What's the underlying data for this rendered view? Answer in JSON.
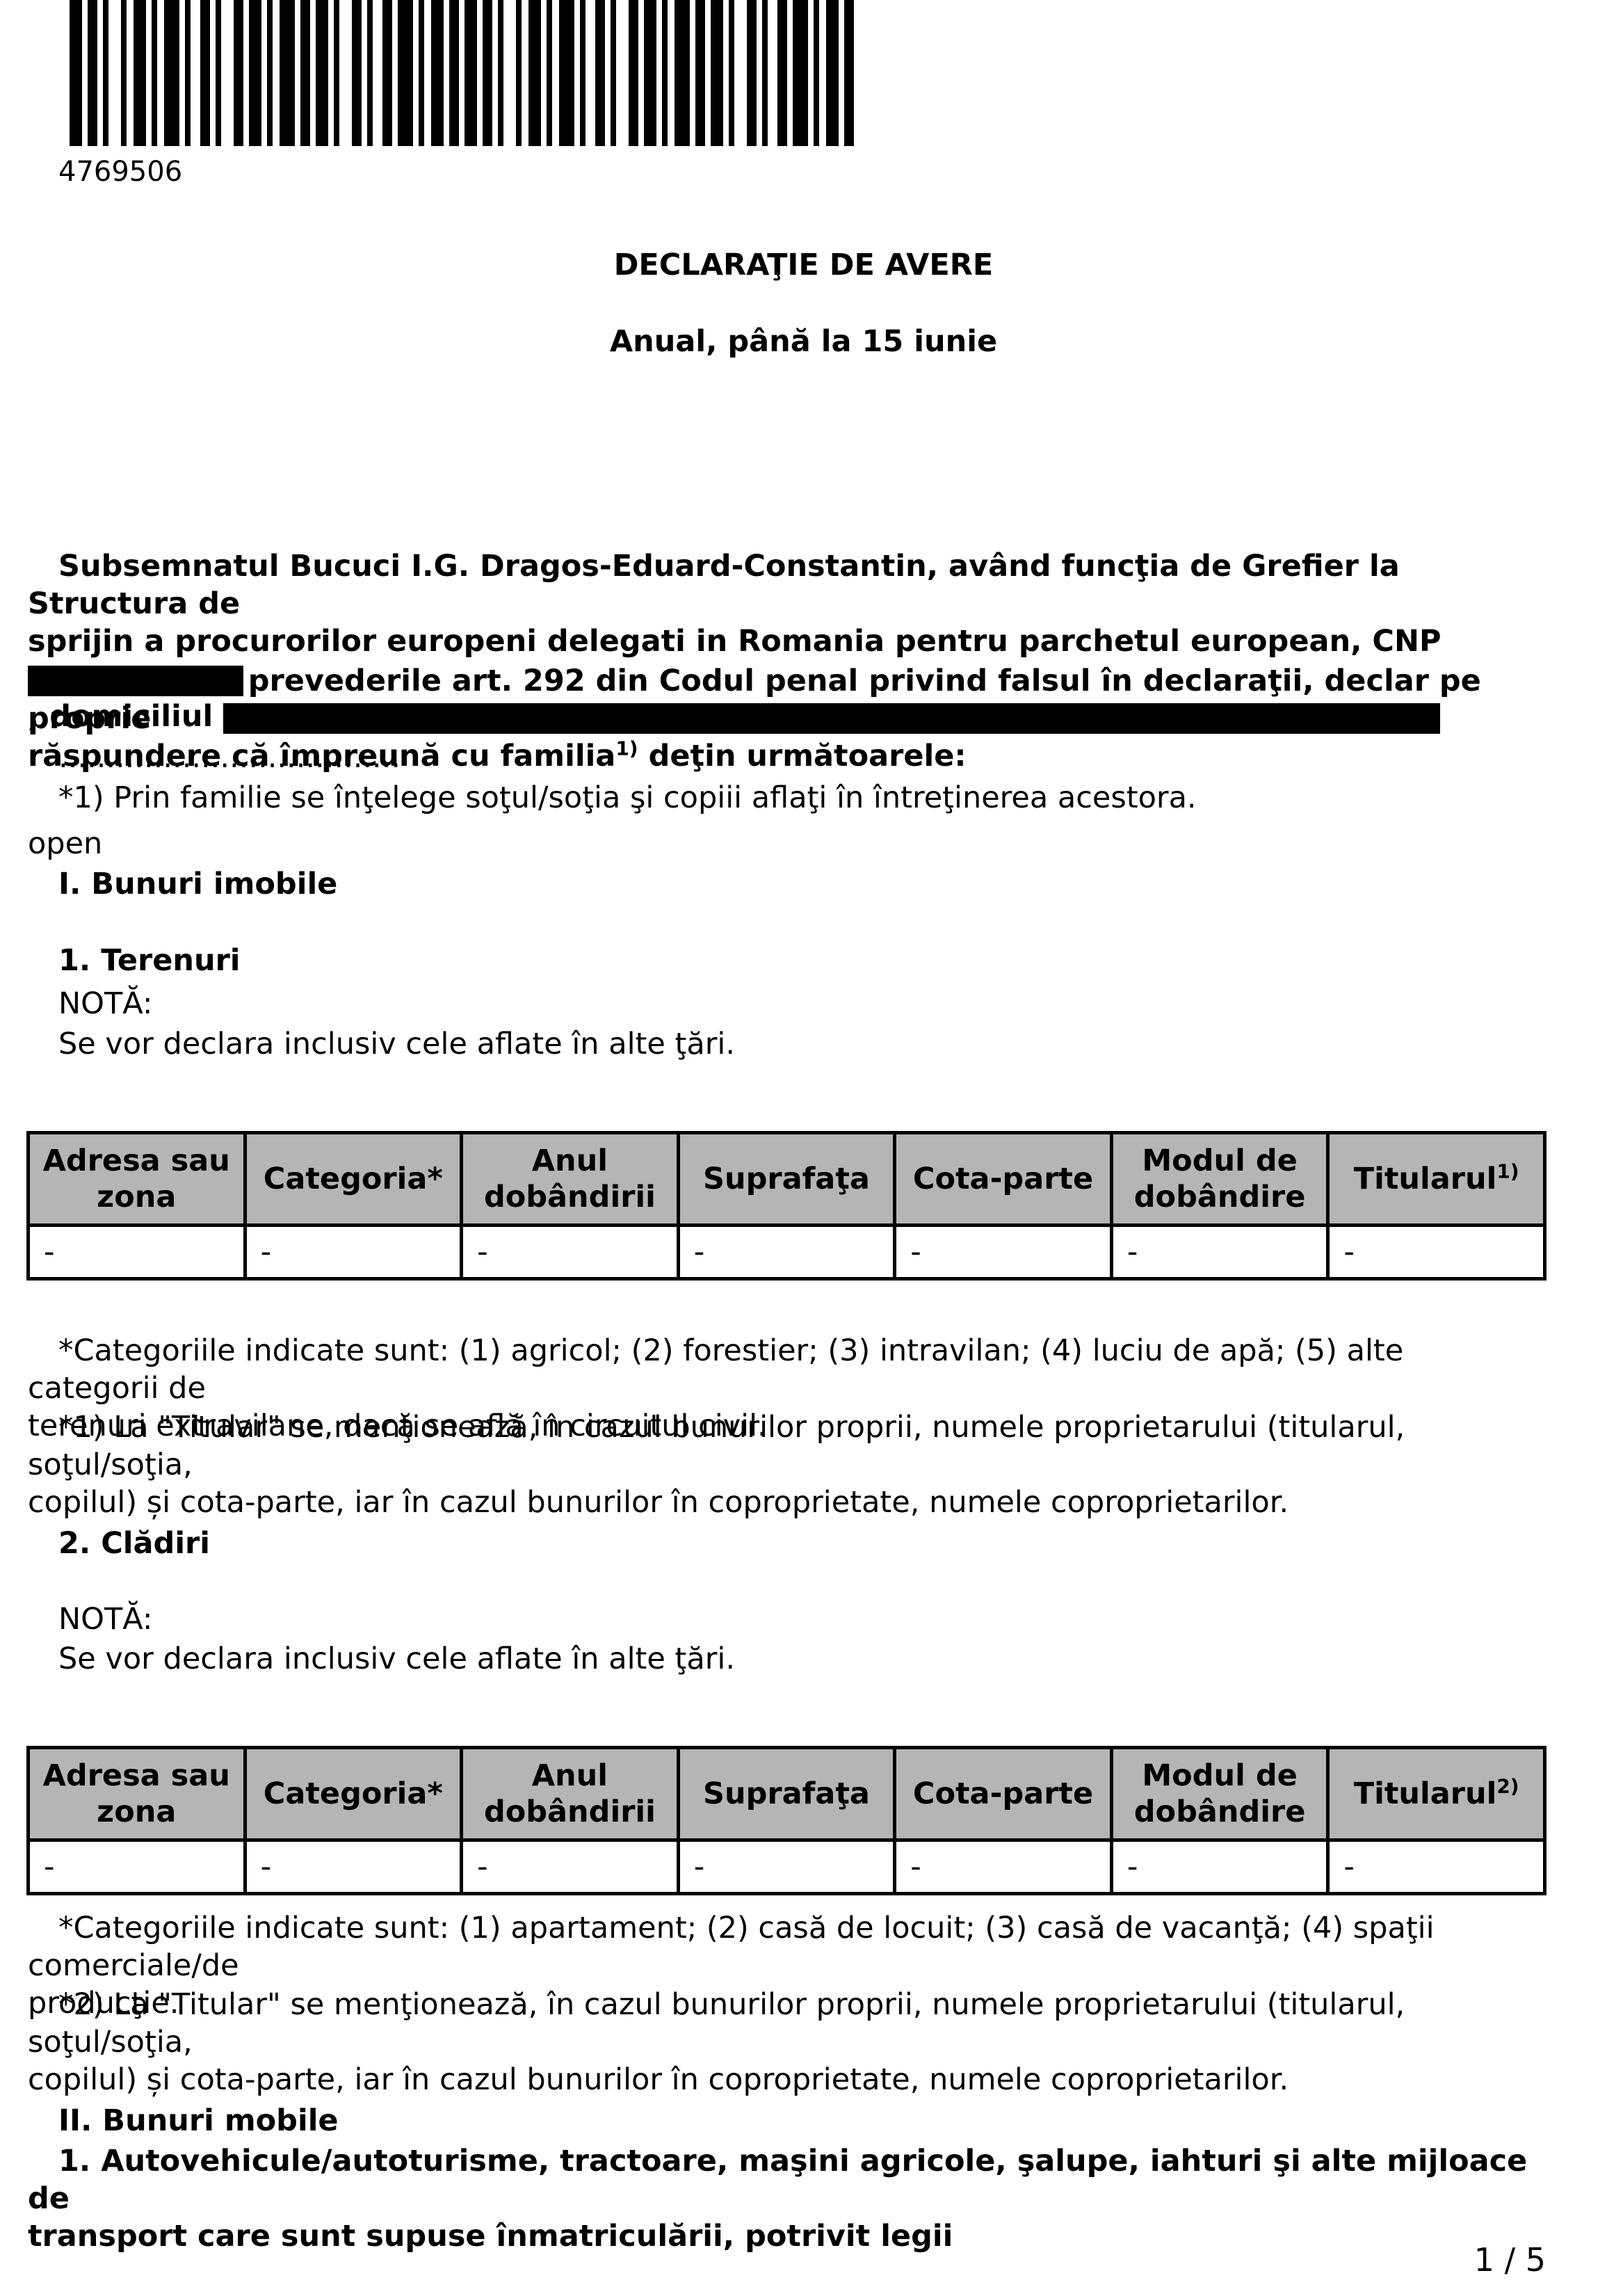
{
  "document_id": "4769506",
  "title": "DECLARAŢIE DE AVERE",
  "subtitle": "Anual, până la 15 iunie",
  "intro": {
    "line1": "Subsemnatul Bucuci I.G. Dragos-Eduard-Constantin, având funcţia de Grefier la Structura de",
    "line2": "sprijin a procurorilor europeni delegati in Romania pentru parchetul european, CNP",
    "domicile_prefix": ", domiciliul",
    "line4": "cunoscând prevederile art. 292 din Codul penal privind falsul în declaraţii, declar pe proprie",
    "line5a": "răspundere că împreună cu familia",
    "line5_sup": "1)",
    "line5b": " deţin următoarele:",
    "dots": "....................................",
    "family_note": "*1) Prin familie se înţelege soţul/soţia şi copiii aflaţi în întreţinerea acestora."
  },
  "open_label": "open",
  "section1": {
    "heading": "I. Bunuri imobile",
    "sub1": {
      "heading": "1. Terenuri",
      "nota": "NOTĂ:",
      "nota_text": "Se vor declara inclusiv cele aflate în alte ţări.",
      "headers": [
        "Adresa sau zona",
        "Categoria*",
        "Anul dobândirii",
        "Suprafaţa",
        "Cota-parte",
        "Modul de dobândire",
        "Titularul"
      ],
      "titular_sup": "1)",
      "row": [
        "-",
        "-",
        "-",
        "-",
        "-",
        "-",
        "-"
      ],
      "note1a": "*Categoriile indicate sunt: (1) agricol; (2) forestier; (3) intravilan; (4) luciu de apă; (5) alte categorii de",
      "note1b": "terenuri extravilane, dacă se află în circuitul civil.",
      "note2a": "*1) La \"Titular\" se menţionează, în cazul bunurilor proprii, numele proprietarului (titularul, soţul/soţia,",
      "note2b": "copilul) și cota-parte, iar în cazul bunurilor în coproprietate, numele coproprietarilor."
    },
    "sub2": {
      "heading": "2. Clădiri",
      "nota": "NOTĂ:",
      "nota_text": "Se vor declara inclusiv cele aflate în alte ţări.",
      "headers": [
        "Adresa sau zona",
        "Categoria*",
        "Anul dobândirii",
        "Suprafaţa",
        "Cota-parte",
        "Modul de dobândire",
        "Titularul"
      ],
      "titular_sup": "2)",
      "row": [
        "-",
        "-",
        "-",
        "-",
        "-",
        "-",
        "-"
      ],
      "note1a": "*Categoriile indicate sunt: (1) apartament; (2) casă de locuit; (3) casă de vacanţă; (4) spaţii comerciale/de",
      "note1b": "producţie.",
      "note2a": "*2) La \"Titular\" se menţionează, în cazul bunurilor proprii, numele proprietarului (titularul, soţul/soţia,",
      "note2b": "copilul) și cota-parte, iar în cazul bunurilor în coproprietate, numele coproprietarilor."
    }
  },
  "section2": {
    "heading": "II. Bunuri mobile",
    "sub1_line1": "1. Autovehicule/autoturisme, tractoare, maşini agricole, şalupe, iahturi şi alte mijloace de",
    "sub1_line2": "transport care sunt supuse înmatriculării, potrivit legii"
  },
  "page_number": "1 / 5"
}
